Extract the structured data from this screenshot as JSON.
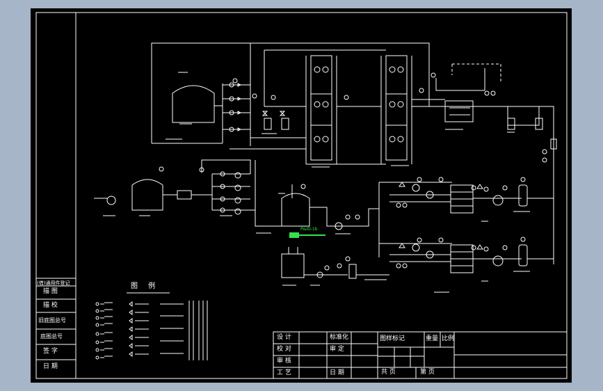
{
  "colors": {
    "background": "#a6b5c7",
    "sheet": "#000000",
    "lines": "#ffffff",
    "highlight": "#35e04a"
  },
  "side_strip": {
    "cells": [
      "(借)通用件登记",
      "描 图",
      "描 校",
      "旧底图总号",
      "底图总号",
      "签 字",
      "日 期"
    ]
  },
  "title_block": {
    "design": "设 计",
    "standardize": "标准化",
    "check": "校 对",
    "review": "审 定",
    "audit": "审 核",
    "process": "工 艺",
    "date": "日 期",
    "stage_mark": "图样标记",
    "weight": "重量",
    "scale": "比例",
    "total_sheets": "共 页",
    "sheet_no": "第 页"
  },
  "legend": {
    "title": "图 例"
  },
  "process_labels": {
    "highlighted": "P&ID-1b"
  }
}
